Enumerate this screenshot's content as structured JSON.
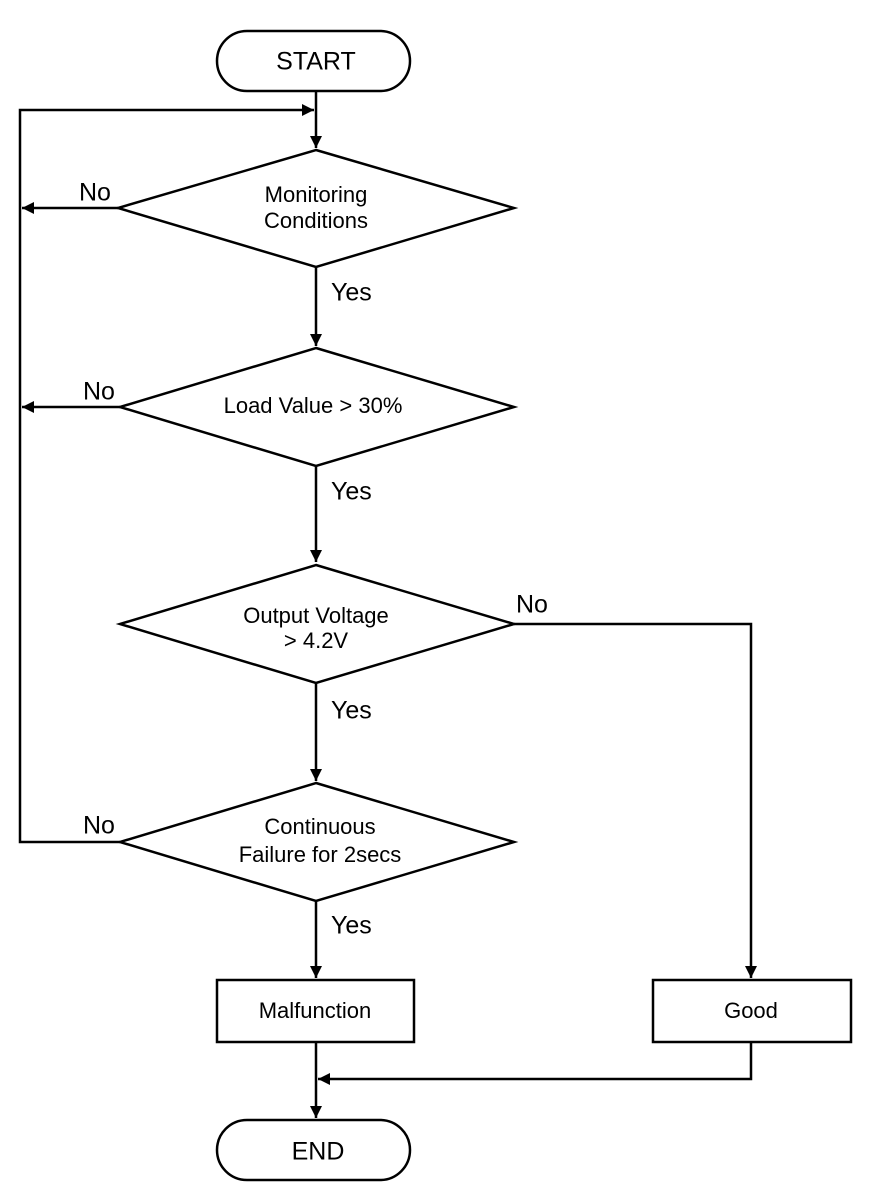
{
  "nodes": {
    "start": "START",
    "monitoring": [
      "Monitoring",
      "Conditions"
    ],
    "load": "Load Value > 30%",
    "voltage": [
      "Output Voltage",
      "> 4.2V"
    ],
    "continuous": [
      "Continuous",
      "Failure for 2secs"
    ],
    "malfunction": "Malfunction",
    "good": "Good",
    "end": "END"
  },
  "edges": {
    "monitoring_yes": "Yes",
    "monitoring_no": "No",
    "load_yes": "Yes",
    "load_no": "No",
    "voltage_yes": "Yes",
    "voltage_no": "No",
    "continuous_yes": "Yes",
    "continuous_no": "No"
  },
  "colors": {
    "stroke": "#000000",
    "fill": "#ffffff"
  }
}
